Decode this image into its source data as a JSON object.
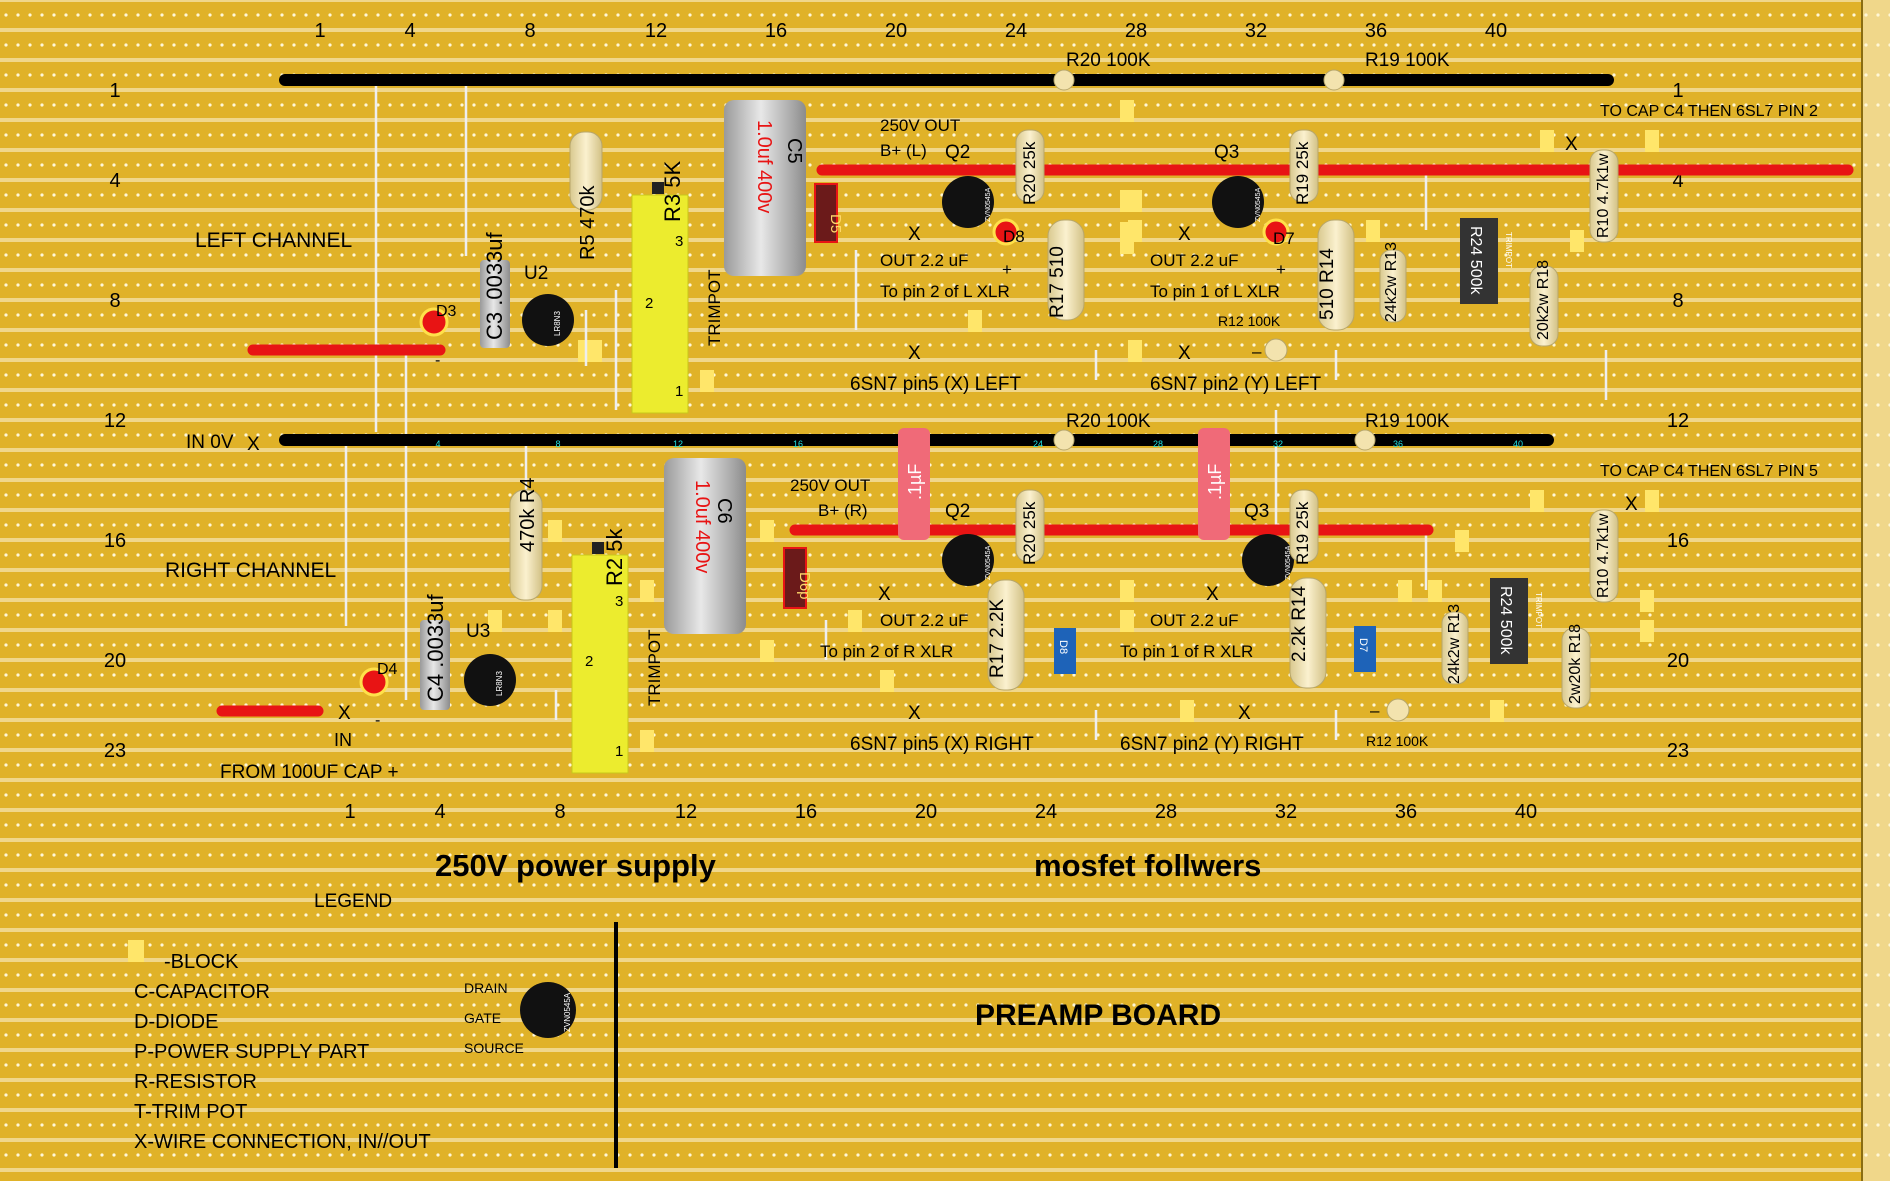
{
  "board": {
    "colors": {
      "strip": "#e0b228",
      "gap": "#f0d78a",
      "hole": "#fff7d6",
      "rail_black": "#000000",
      "rail_red": "#e81414",
      "cap_gray": "#cfcfcf",
      "trimpot": "#ecec2e",
      "resistor": "#f3e3ae",
      "film_cap": "#f06a78",
      "mosfet": "#111111",
      "diode_dark": "#6b1a1a",
      "diode_blue": "#1e63b8",
      "block": "#ffe66a"
    }
  },
  "columns": {
    "top": [
      "1",
      "4",
      "8",
      "12",
      "16",
      "20",
      "24",
      "28",
      "32",
      "36",
      "40"
    ],
    "bottom": [
      "1",
      "4",
      "8",
      "12",
      "16",
      "20",
      "24",
      "28",
      "32",
      "36",
      "40"
    ]
  },
  "rows": {
    "left": [
      "1",
      "4",
      "8",
      "12",
      "16",
      "20",
      "23"
    ],
    "right": [
      "1",
      "4",
      "8",
      "12",
      "16",
      "20",
      "23"
    ]
  },
  "left_channel": {
    "title": "LEFT CHANNEL",
    "diode_in": "D3",
    "minus": "-",
    "cap_small": "C3 .0033uf",
    "reg": "U2",
    "reg_text": "LR8N3",
    "resistor_470": "R5  470k",
    "trimpot_label": "R3 5K",
    "trimpot_text": "TRIMPOT",
    "pin3": "3",
    "pin2": "2",
    "pin1": "1",
    "cap_big": "C5",
    "cap_big_value": "1.0uf 400v",
    "diode_out": "D5",
    "bplus_1": "250V OUT",
    "bplus_2": "B+ (L)",
    "q2": "Q2",
    "q2_text": "ZVN0545A",
    "q2_r": "R20 25k",
    "d8": "D8",
    "d8_plus": "+",
    "x1": "X",
    "out_1": "OUT 2.2 uF",
    "out_2": "To pin 2 of L XLR",
    "r17": "R17  510",
    "x2": "X",
    "pin_text": "6SN7 pin5 (X) LEFT",
    "r20_top": "R20 100K",
    "q3": "Q3",
    "q3_text": "ZVN0545A",
    "q3_r": "R19 25k",
    "d7": "D7",
    "d7_plus": "+",
    "x3": "X",
    "out_3": "OUT 2.2 uF",
    "out_4": "To pin 1 of L XLR",
    "r14": "510  R14",
    "r12": "R12 100K",
    "r12_minus": "–",
    "r13": "24k2w R13",
    "x4": "X",
    "pin_text2": "6SN7 pin2 (Y) LEFT",
    "r19_top": "R19 100K",
    "r24": "R24 500k",
    "r24_text": "TRIMPOT",
    "r18": "20k2w R18",
    "r10": "R10 4.7k1w",
    "x5": "X",
    "to_cap": "TO CAP C4 THEN 6SL7 PIN 2"
  },
  "middle": {
    "in_0v": "IN 0V",
    "x": "X",
    "r20_top": "R20 100K",
    "r19_top": "R19 100K"
  },
  "right_channel": {
    "title": "RIGHT CHANNEL",
    "diode_in": "D4",
    "minus": "-",
    "x_in": "X",
    "in_label": "IN",
    "from_label": "FROM 100UF CAP +",
    "cap_small": "C4 .0033uf",
    "reg": "U3",
    "reg_text": "LR8N3",
    "resistor_470": "470k  R4",
    "trimpot_label": "R2 5k",
    "trimpot_text": "TRIMPOT",
    "pin3": "3",
    "pin2": "2",
    "pin1": "1",
    "cap_big": "C6",
    "cap_big_value": "1.0uf 400v",
    "diode_out": "D6p",
    "bplus_1": "250V OUT",
    "bplus_2": "B+ (R)",
    "film1": ".1µF",
    "q2": "Q2",
    "q2_text": "ZVN0545A",
    "q2_r": "R20 25k",
    "x1": "X",
    "out_1": "OUT 2.2 uF",
    "out_2": "To  pin 2 of R XLR",
    "r17": "R17  2.2K",
    "d8": "D8",
    "x2": "X",
    "pin_text": "6SN7 pin5 (X) RIGHT",
    "film2": ".1µF",
    "q3": "Q3",
    "q3_text": "ZVN0545A",
    "q3_r": "R19 25k",
    "x3": "X",
    "out_3": "OUT 2.2 uF",
    "out_4": "To pin 1 of R XLR",
    "r14": "2.2k  R14",
    "d7": "D7",
    "r12": "R12 100K",
    "r12_minus": "–",
    "r13": "24k2w R13",
    "x4": "X",
    "pin_text2": "6SN7 pin2 (Y) RIGHT",
    "r24": "R24 500k",
    "r24_text": "TRIMPOT",
    "r18": "2w20k R18",
    "r10": "R10 4.7k1w",
    "x5": "X",
    "to_cap": "TO CAP C4 THEN 6SL7 PIN 5"
  },
  "sections": {
    "power": "250V power supply",
    "mosfet": "mosfet follwers",
    "board_title": "PREAMP BOARD"
  },
  "legend": {
    "title": "LEGEND",
    "items": [
      "-BLOCK",
      "C-CAPACITOR",
      "D-DIODE",
      "P-POWER SUPPLY PART",
      "R-RESISTOR",
      "T-TRIM POT",
      "X-WIRE CONNECTION, IN//OUT"
    ],
    "mosfet_labels": [
      "DRAIN",
      "GATE",
      "SOURCE"
    ],
    "mosfet_text": "ZVN0545A"
  }
}
